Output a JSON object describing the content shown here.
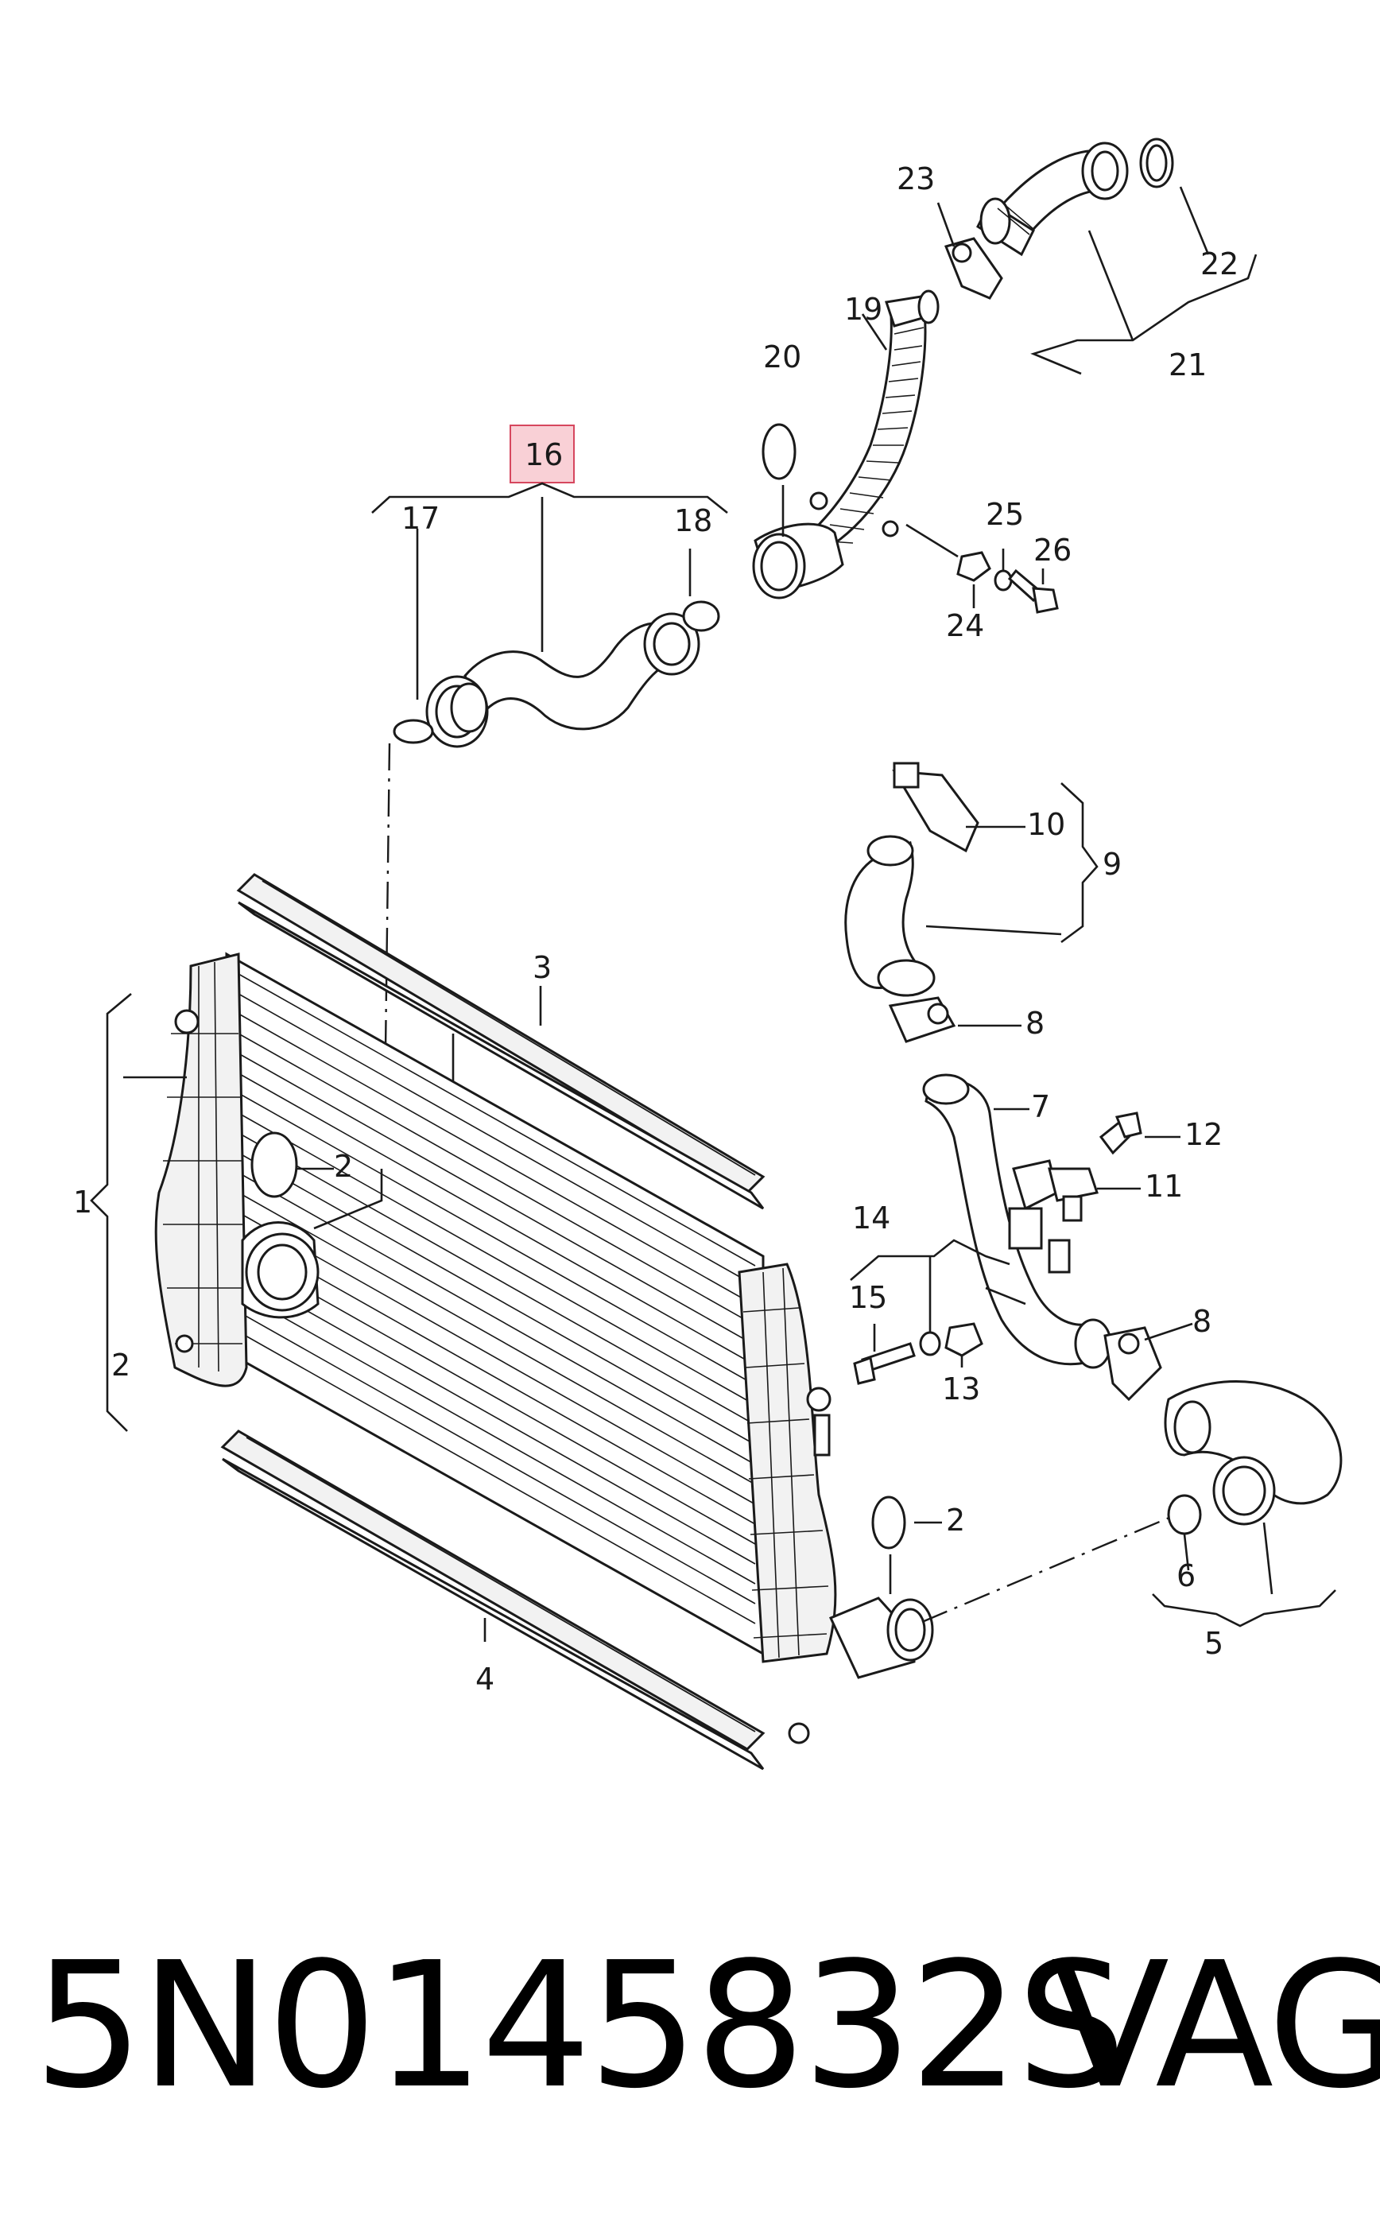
{
  "diagram": {
    "callouts": {
      "c1": "1",
      "c2a": "2",
      "c2b": "2",
      "c2c": "2",
      "c3": "3",
      "c4": "4",
      "c5": "5",
      "c6": "6",
      "c7": "7",
      "c8a": "8",
      "c8b": "8",
      "c9": "9",
      "c10": "10",
      "c11": "11",
      "c12": "12",
      "c13": "13",
      "c14": "14",
      "c15": "15",
      "c16": "16",
      "c17": "17",
      "c18": "18",
      "c19": "19",
      "c20": "20",
      "c21": "21",
      "c22": "22",
      "c23": "23",
      "c24": "24",
      "c25": "25",
      "c26": "26"
    },
    "highlight_color": "#f4a9b5"
  },
  "footer": {
    "part_number": "5N0145832S",
    "brand": "VAG"
  }
}
